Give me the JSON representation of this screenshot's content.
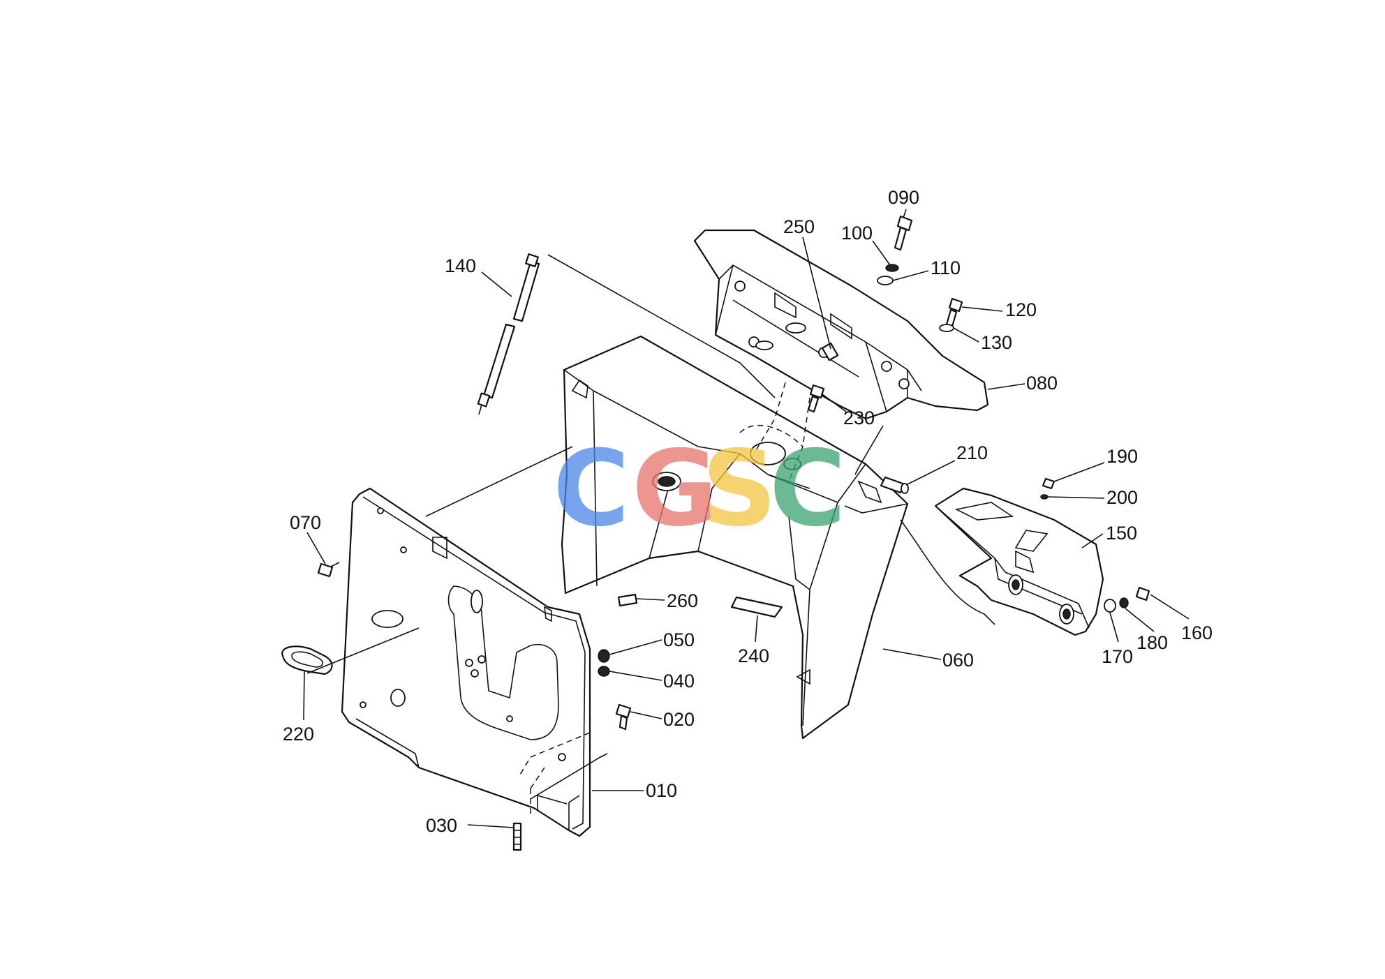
{
  "watermark": {
    "letters": [
      {
        "char": "C",
        "color": "#4a86e8"
      },
      {
        "char": "G",
        "color": "#e8736a"
      },
      {
        "char": "S",
        "color": "#f4c542"
      },
      {
        "char": "C",
        "color": "#3aa372"
      }
    ]
  },
  "callouts": {
    "p010": "010",
    "p020": "020",
    "p030": "030",
    "p040": "040",
    "p050": "050",
    "p060": "060",
    "p070": "070",
    "p080": "080",
    "p090": "090",
    "p100": "100",
    "p110": "110",
    "p120": "120",
    "p130": "130",
    "p140": "140",
    "p150": "150",
    "p160": "160",
    "p170": "170",
    "p180": "180",
    "p190": "190",
    "p200": "200",
    "p210": "210",
    "p220": "220",
    "p230": "230",
    "p240": "240",
    "p250": "250",
    "p260": "260"
  }
}
